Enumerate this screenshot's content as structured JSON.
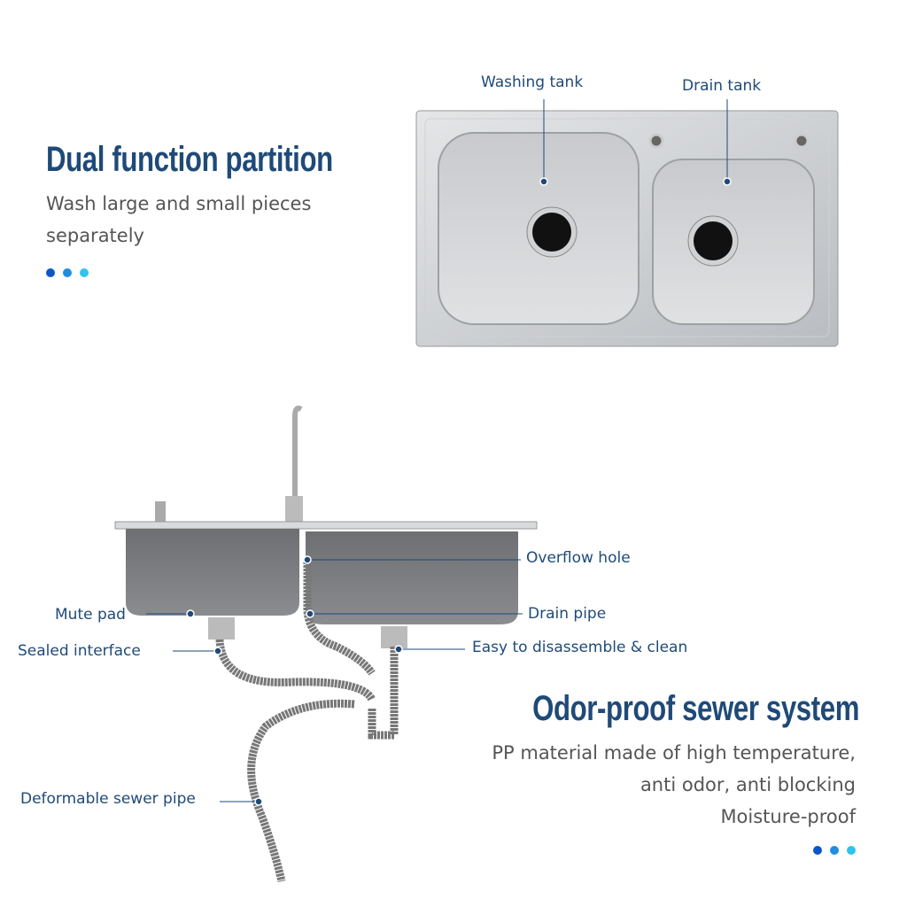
{
  "section1": {
    "title": "Dual function partition",
    "subtitle_lines": [
      "Wash large and small pieces",
      "separately"
    ],
    "labels": {
      "washing_tank": "Washing tank",
      "drain_tank": "Drain tank"
    }
  },
  "section2": {
    "title": "Odor-proof sewer system",
    "subtitle_lines": [
      "PP material made of high temperature,",
      "anti odor, anti blocking",
      "Moisture-proof"
    ],
    "labels": {
      "overflow_hole": "Overflow hole",
      "mute_pad": "Mute pad",
      "drain_pipe": "Drain pipe",
      "sealed_interface": "Sealed interface",
      "easy_clean": "Easy to disassemble & clean",
      "sewer_pipe": "Deformable sewer pipe"
    }
  },
  "colors": {
    "title": "#1f4a78",
    "dot1": "#0b57c9",
    "dot2": "#1e8fe0",
    "dot3": "#2fc3f0"
  }
}
